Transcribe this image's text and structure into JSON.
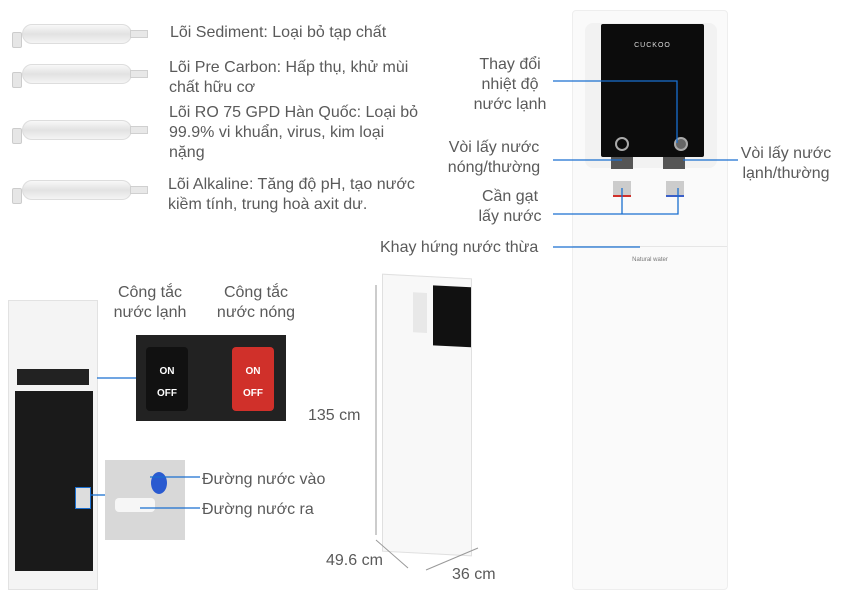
{
  "filters": [
    {
      "name": "filter-sediment",
      "text": "Lõi Sediment: Loại bỏ tạp chất"
    },
    {
      "name": "filter-pre-carbon",
      "text": "Lõi Pre Carbon: Hấp thụ, khử mùi chất hữu cơ"
    },
    {
      "name": "filter-ro",
      "text": "Lõi RO 75 GPD Hàn Quốc: Loại bỏ 99.9% vi khuẩn, virus, kim loại nặng"
    },
    {
      "name": "filter-alkaline",
      "text": "Lõi Alkaline: Tăng độ pH, tạo nước kiềm tính, trung hoà axit dư."
    }
  ],
  "callouts": {
    "temp_change": "Thay đổi nhiệt độ nước lạnh",
    "hot_tap": "Vòi lấy nước nóng/thường",
    "cold_tap": "Vòi lấy nước lạnh/thường",
    "lever": "Cần gạt lấy nước",
    "drip_tray": "Khay hứng nước thừa",
    "cold_switch": "Công tắc nước lạnh",
    "hot_switch": "Công tắc nước nóng",
    "water_in": "Đường nước vào",
    "water_out": "Đường nước ra"
  },
  "switch": {
    "on": "ON",
    "off": "OFF"
  },
  "dimensions": {
    "height": "135 cm",
    "depth": "49.6 cm",
    "width": "36 cm"
  },
  "brand": {
    "logo": "CUCKOO",
    "tagline": "Natural water"
  },
  "colors": {
    "line": "#1a6fd0",
    "hot": "#d0302a",
    "cold": "#3a5fc8"
  }
}
